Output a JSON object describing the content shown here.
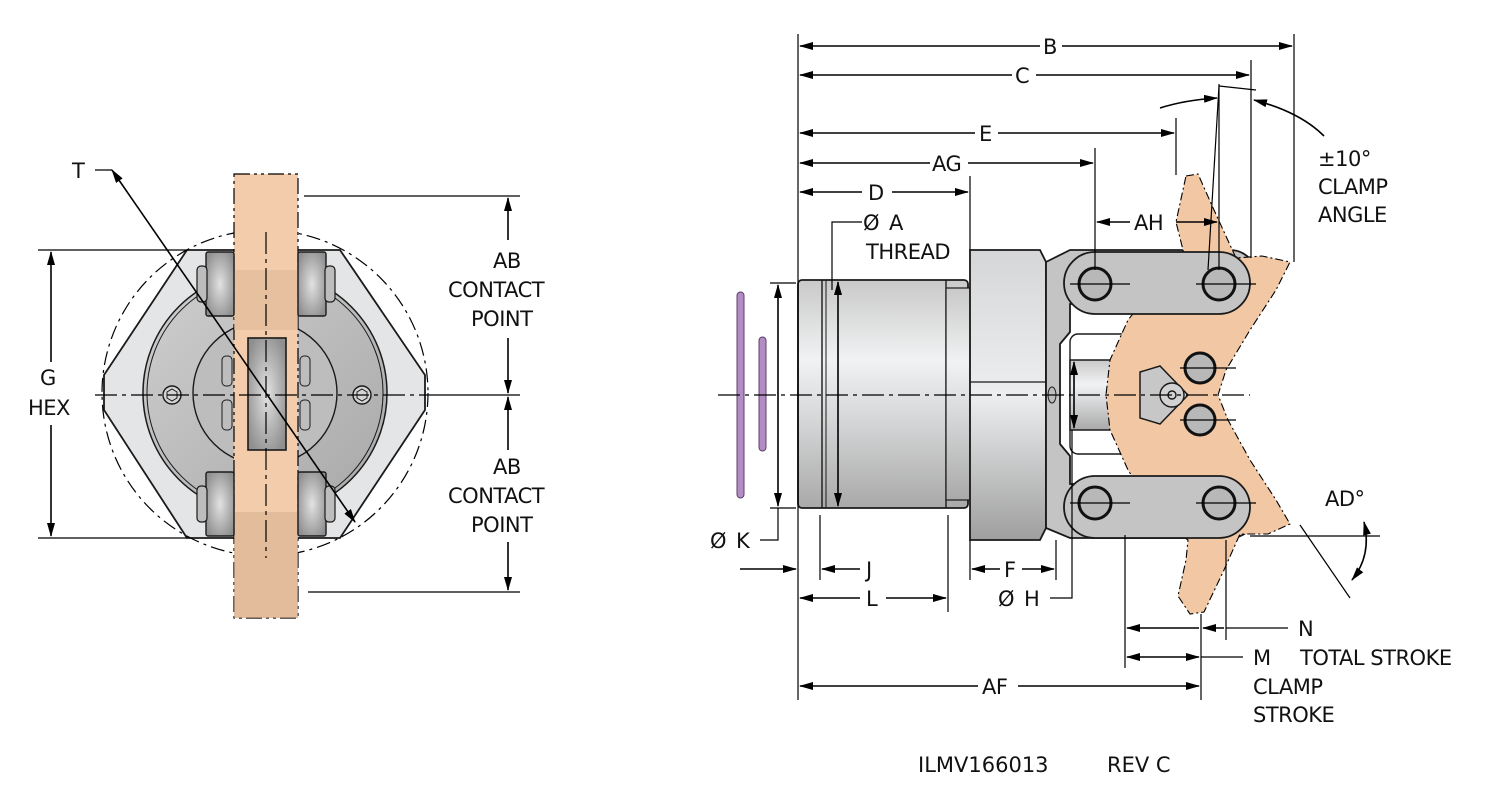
{
  "drawing": {
    "part_number": "ILMV166013",
    "revision": "REV C",
    "colors": {
      "body_gray": "#c8c8c8",
      "body_light": "#e6e8ea",
      "body_dark": "#9b9b9b",
      "workpiece_peach": "#f3c9a6",
      "seal_purple": "#b48cc4",
      "line": "#111111"
    }
  },
  "end_view": {
    "labels": {
      "t": "T",
      "g": "G",
      "g_sub": "HEX",
      "ab_top_1": "AB",
      "ab_top_2": "CONTACT",
      "ab_top_3": "POINT",
      "ab_bot_1": "AB",
      "ab_bot_2": "CONTACT",
      "ab_bot_3": "POINT"
    }
  },
  "side_view": {
    "labels": {
      "b": "B",
      "c": "C",
      "e": "E",
      "ag": "AG",
      "d": "D",
      "a_sym": "Ø",
      "a": "A",
      "a_sub": "THREAD",
      "ah": "AH",
      "clamp_angle_value": "±10°",
      "clamp_angle_1": "CLAMP",
      "clamp_angle_2": "ANGLE",
      "ad": "AD°",
      "k_sym": "Ø",
      "k": "K",
      "j": "J",
      "l": "L",
      "f": "F",
      "h_sym": "Ø",
      "h": "H",
      "n": "N",
      "n_sub": "TOTAL STROKE",
      "m": "M",
      "m_sub_1": "CLAMP",
      "m_sub_2": "STROKE",
      "af": "AF"
    }
  }
}
